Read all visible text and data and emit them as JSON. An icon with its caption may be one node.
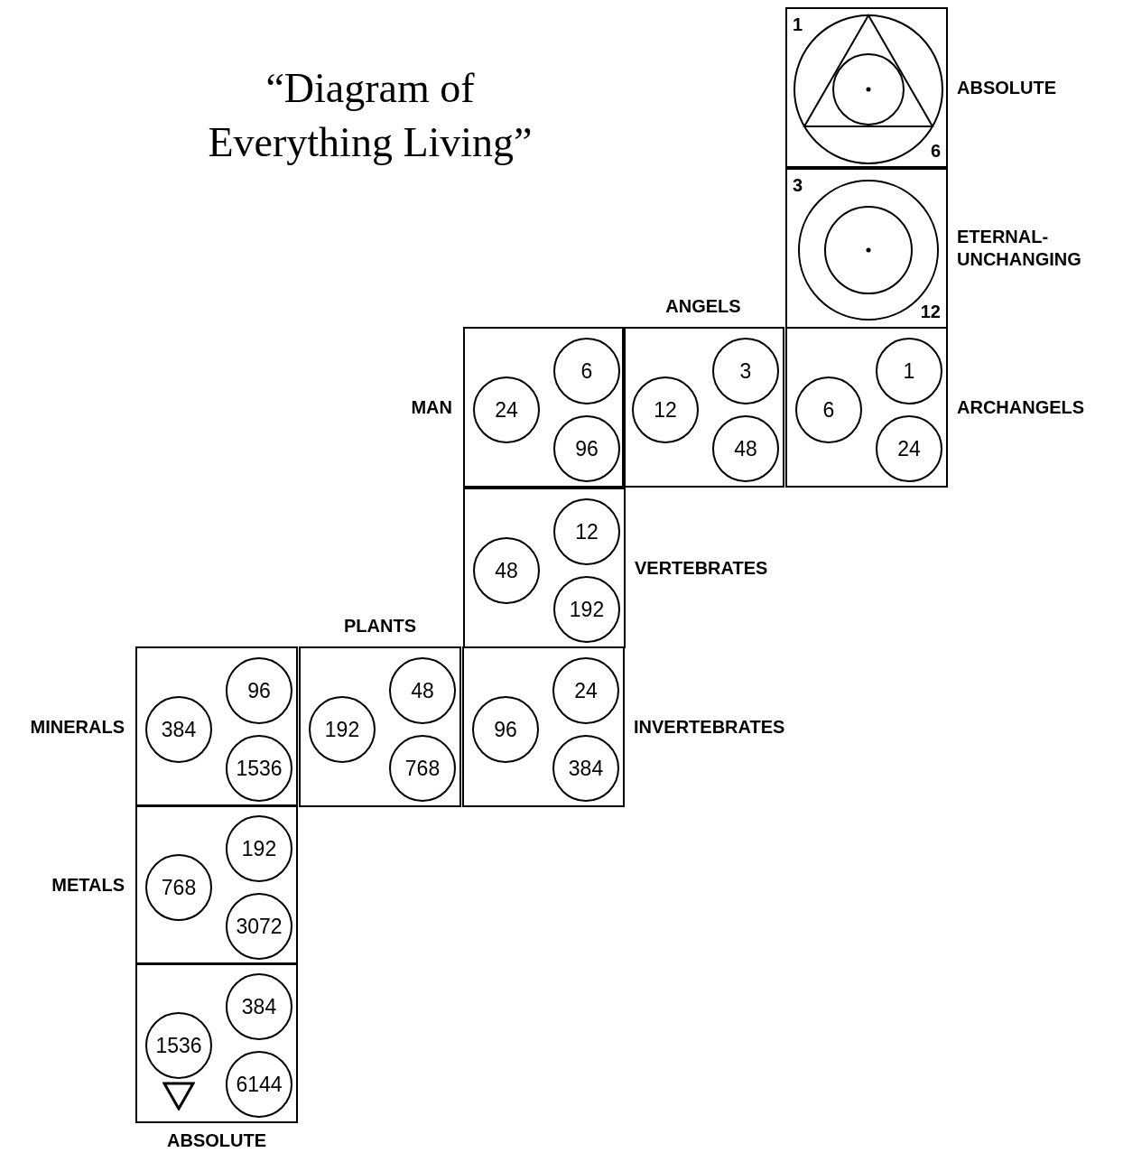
{
  "diagram": {
    "title": "“Diagram of Everything Living”",
    "nodes": [
      {
        "text": [
          "1",
          "6",
          "ABSOLUTE"
        ]
      },
      {
        "text": [
          "3",
          "12",
          "ETERNAL-UNCHANGING"
        ]
      },
      {
        "text": [
          "MAN"
        ]
      },
      {
        "text": [
          "24"
        ],
        "in": 2
      },
      {
        "text": [
          "6"
        ],
        "in": 2
      },
      {
        "text": [
          "96"
        ],
        "in": 2
      },
      {
        "text": [
          "ANGELS"
        ]
      },
      {
        "text": [
          "12"
        ],
        "in": 6
      },
      {
        "text": [
          "3"
        ],
        "in": 6
      },
      {
        "text": [
          "48"
        ],
        "in": 6
      },
      {
        "text": [
          "ARCHANGELS"
        ]
      },
      {
        "text": [
          "6"
        ],
        "in": 10
      },
      {
        "text": [
          "1"
        ],
        "in": 10
      },
      {
        "text": [
          "24"
        ],
        "in": 10
      },
      {
        "text": [
          "VERTEBRATES"
        ]
      },
      {
        "text": [
          "48"
        ],
        "in": 14
      },
      {
        "text": [
          "12"
        ],
        "in": 14
      },
      {
        "text": [
          "192"
        ],
        "in": 14
      },
      {
        "text": [
          "MINERALS"
        ]
      },
      {
        "text": [
          "384"
        ],
        "in": 18
      },
      {
        "text": [
          "96"
        ],
        "in": 18
      },
      {
        "text": [
          "1536"
        ],
        "in": 18
      },
      {
        "text": [
          "PLANTS"
        ]
      },
      {
        "text": [
          "192"
        ],
        "in": 22
      },
      {
        "text": [
          "48"
        ],
        "in": 22
      },
      {
        "text": [
          "768"
        ],
        "in": 22
      },
      {
        "text": [
          "INVERTEBRATES"
        ]
      },
      {
        "text": [
          "96"
        ],
        "in": 26
      },
      {
        "text": [
          "24"
        ],
        "in": 26
      },
      {
        "text": [
          "384"
        ],
        "in": 26
      },
      {
        "text": [
          "METALS"
        ]
      },
      {
        "text": [
          "768"
        ],
        "in": 30
      },
      {
        "text": [
          "192"
        ],
        "in": 30
      },
      {
        "text": [
          "3072"
        ],
        "in": 30
      },
      {
        "text": [
          "ABSOLUTE"
        ]
      },
      {
        "text": [
          "1536"
        ],
        "in": 34
      },
      {
        "text": [
          "384"
        ],
        "in": 34
      },
      {
        "text": [
          "6144"
        ],
        "in": 34
      }
    ]
  }
}
